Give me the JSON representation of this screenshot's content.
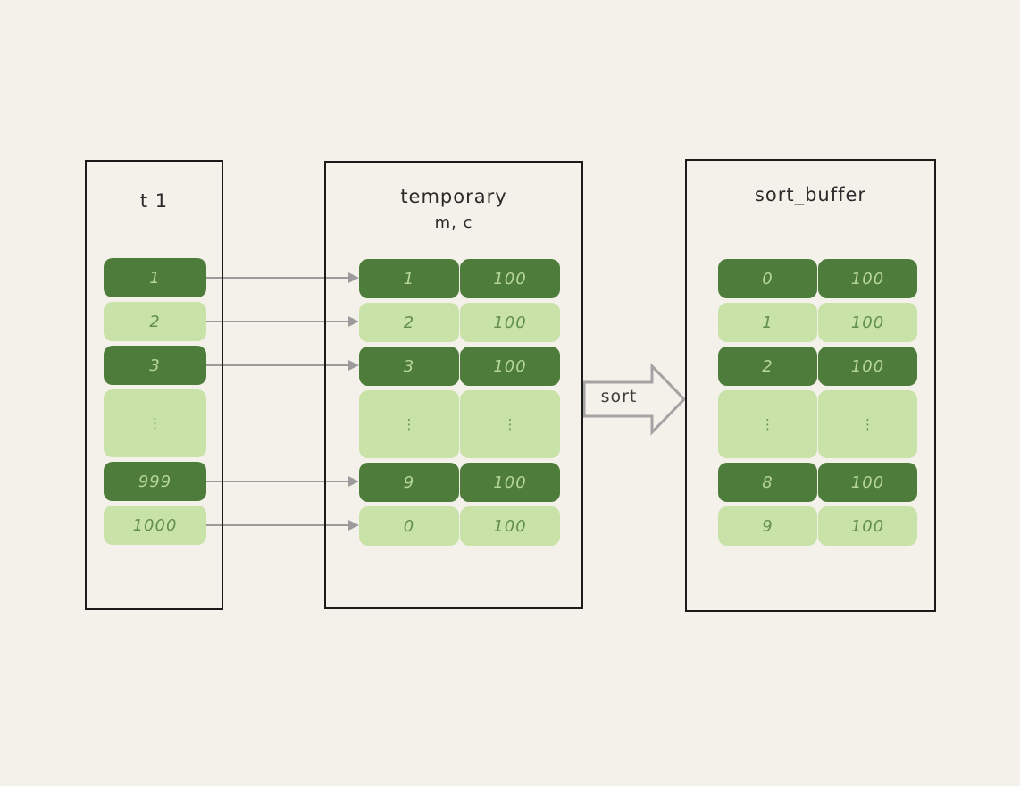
{
  "canvas": {
    "background": "#f3f1ea"
  },
  "colors": {
    "dark_green": "#4e7c3b",
    "light_green": "#c8e2a7",
    "text_on_dark": "#b7d795",
    "text_on_light": "#628f49",
    "box_border": "#1b1b1b",
    "connector_gray": "#9b9b9b"
  },
  "sort_arrow": {
    "label": "sort"
  },
  "boxes": [
    {
      "id": "t1",
      "title": "t 1",
      "columns": 1,
      "rows": [
        {
          "cells": [
            "1"
          ],
          "shade": "dark"
        },
        {
          "cells": [
            "2"
          ],
          "shade": "light"
        },
        {
          "cells": [
            "3"
          ],
          "shade": "dark"
        },
        {
          "cells": [
            "⋮"
          ],
          "shade": "light",
          "tall": true
        },
        {
          "cells": [
            "999"
          ],
          "shade": "dark"
        },
        {
          "cells": [
            "1000"
          ],
          "shade": "light"
        }
      ]
    },
    {
      "id": "temporary",
      "title": "temporary",
      "subtitle": "m, c",
      "columns": 2,
      "rows": [
        {
          "cells": [
            "1",
            "100"
          ],
          "shade": "dark"
        },
        {
          "cells": [
            "2",
            "100"
          ],
          "shade": "light"
        },
        {
          "cells": [
            "3",
            "100"
          ],
          "shade": "dark"
        },
        {
          "cells": [
            "⋮",
            "⋮"
          ],
          "shade": "light",
          "tall": true
        },
        {
          "cells": [
            "9",
            "100"
          ],
          "shade": "dark"
        },
        {
          "cells": [
            "0",
            "100"
          ],
          "shade": "light"
        }
      ]
    },
    {
      "id": "sort_buffer",
      "title": "sort_buffer",
      "columns": 2,
      "rows": [
        {
          "cells": [
            "0",
            "100"
          ],
          "shade": "dark"
        },
        {
          "cells": [
            "1",
            "100"
          ],
          "shade": "light"
        },
        {
          "cells": [
            "2",
            "100"
          ],
          "shade": "dark"
        },
        {
          "cells": [
            "⋮",
            "⋮"
          ],
          "shade": "light",
          "tall": true
        },
        {
          "cells": [
            "8",
            "100"
          ],
          "shade": "dark"
        },
        {
          "cells": [
            "9",
            "100"
          ],
          "shade": "light"
        }
      ]
    }
  ]
}
